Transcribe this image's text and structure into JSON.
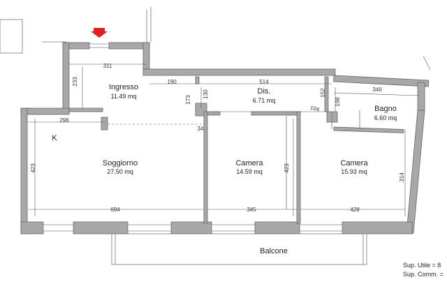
{
  "rooms": [
    {
      "name": "Ingresso",
      "area": "11.49 mq"
    },
    {
      "name": "Dis.",
      "area": "6.71 mq"
    },
    {
      "name": "Bagno",
      "area": "6.60 mq"
    },
    {
      "name": "Soggiorno",
      "area": "27.50 mq"
    },
    {
      "name": "Camera",
      "area": "14.59 mq"
    },
    {
      "name": "Camera",
      "area": "15.93 mq"
    }
  ],
  "labels": {
    "kitchen": "K",
    "balcony": "Balcone"
  },
  "dimensions": [
    "311",
    "233",
    "190",
    "514",
    "173",
    "130",
    "152",
    "346",
    "198",
    "104",
    "296",
    "34",
    "423",
    "423",
    "314",
    "694",
    "345",
    "428"
  ],
  "summary": {
    "sup_utile": "Sup. Utile =  8",
    "sup_comm": "Sup. Comm. ="
  },
  "colors": {
    "wall": "#a8a8a8",
    "entrance_arrow": "#e02020"
  }
}
